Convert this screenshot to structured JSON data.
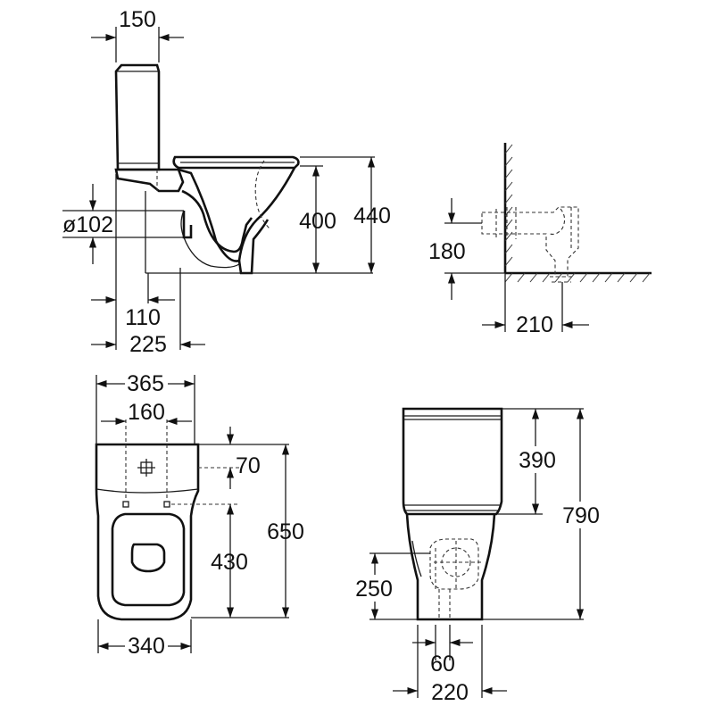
{
  "dimensions": {
    "side_tank_depth": "150",
    "side_outlet_diameter": "ø102",
    "side_seat_height": "400",
    "side_total_height": "440",
    "side_outlet_offset": "110",
    "side_rear_depth": "225",
    "wall_outlet_height": "180",
    "wall_outlet_distance": "210",
    "top_tank_width": "365",
    "top_fixing_spacing": "160",
    "top_fixing_offset": "70",
    "top_fixing_to_front": "430",
    "top_total_length": "650",
    "top_bowl_width": "340",
    "front_tank_height": "390",
    "front_total_height": "790",
    "front_outlet_height": "250",
    "front_outlet_width": "60",
    "front_base_width": "220"
  },
  "colors": {
    "line": "#1a1a1a",
    "background": "#ffffff"
  }
}
